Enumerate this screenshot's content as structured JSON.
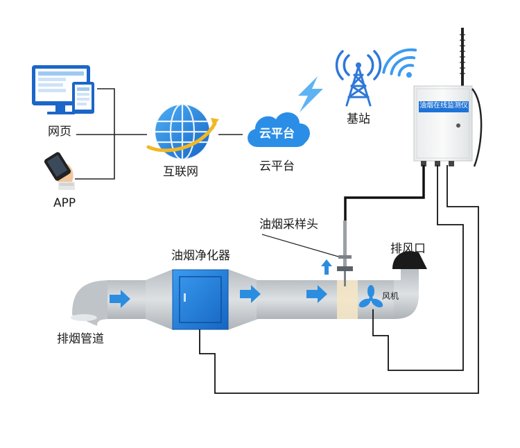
{
  "nodes": {
    "webpage": "网页",
    "app": "APP",
    "internet": "互联网",
    "cloud_badge": "云平台",
    "cloud": "云平台",
    "base_station": "基站",
    "monitor_box": "油烟在线监测仪",
    "sampling_head": "油烟采样头",
    "exhaust_outlet": "排风口",
    "purifier": "油烟净化器",
    "fan": "风机",
    "duct": "排烟管道"
  },
  "colors": {
    "pipe": "#c5cacd",
    "arrow": "#2b8de0",
    "purifier": "#1e82dd",
    "cloud": "#2a8ee6",
    "tower": "#2e78d8",
    "wire": "#111111"
  },
  "icons": [
    "monitor-icon",
    "tablet-icon",
    "phone-icon",
    "globe-icon",
    "cloud-icon",
    "lightning-icon",
    "wifi-icon",
    "tower-icon",
    "antenna-icon",
    "fan-icon"
  ]
}
